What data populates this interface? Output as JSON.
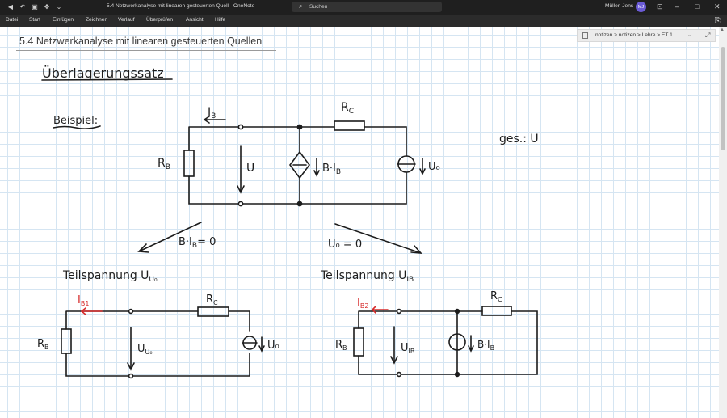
{
  "titlebar": {
    "window_title": "5.4 Netzwerkanalyse mit linearen gesteuerten Quell  -  OneNote",
    "search_placeholder": "Suchen",
    "user_name": "Müller, Jens",
    "user_initials": "MJ",
    "quick_access_icons": [
      "back-icon",
      "undo-icon",
      "new-page-icon",
      "touch-mode-icon",
      "customize-chevron-icon"
    ]
  },
  "menu": {
    "items": [
      "Datei",
      "Start",
      "Einfügen",
      "Zeichnen",
      "Verlauf",
      "Überprüfen",
      "Ansicht",
      "Hilfe"
    ]
  },
  "page": {
    "title": "5.4 Netzwerkanalyse mit linearen gesteuerten Quellen",
    "breadcrumb": "notizen > notizen > Lehre > ET 1"
  },
  "ink": {
    "heading": "Überlagerungssatz",
    "example_label": "Beispiel:",
    "given": "ges.: U",
    "main_circuit": {
      "IB": "I",
      "IB_sub": "B",
      "RB": "R",
      "RB_sub": "B",
      "RC": "R",
      "RC_sub": "C",
      "U": "U",
      "ctrl": "B·I",
      "ctrl_sub": "B",
      "U0": "U₀"
    },
    "arrow_left_label": "B·I",
    "arrow_left_sub": "B",
    "arrow_left_eq": "= 0",
    "arrow_right_label": "U₀ = 0",
    "left_title": "Teilspannung U",
    "left_title_sub": "U₀",
    "right_title": "Teilspannung U",
    "right_title_sub": "IB",
    "left_circuit": {
      "IB": "I",
      "IB_sub": "B1",
      "RB": "R",
      "RB_sub": "B",
      "RC": "R",
      "RC_sub": "C",
      "U": "U",
      "U_sub": "U₀",
      "U0": "U₀"
    },
    "right_circuit": {
      "IB": "I",
      "IB_sub": "B2",
      "RB": "R",
      "RB_sub": "B",
      "RC": "R",
      "RC_sub": "C",
      "U": "U",
      "U_sub": "IB",
      "ctrl": "B·I",
      "ctrl_sub": "B"
    }
  },
  "colors": {
    "ink": "#1c1c1c",
    "red_ink": "#d62b2b",
    "grid": "#d5e5f2",
    "titlebar": "#1f1f1f",
    "menubar": "#2b2b2b"
  }
}
